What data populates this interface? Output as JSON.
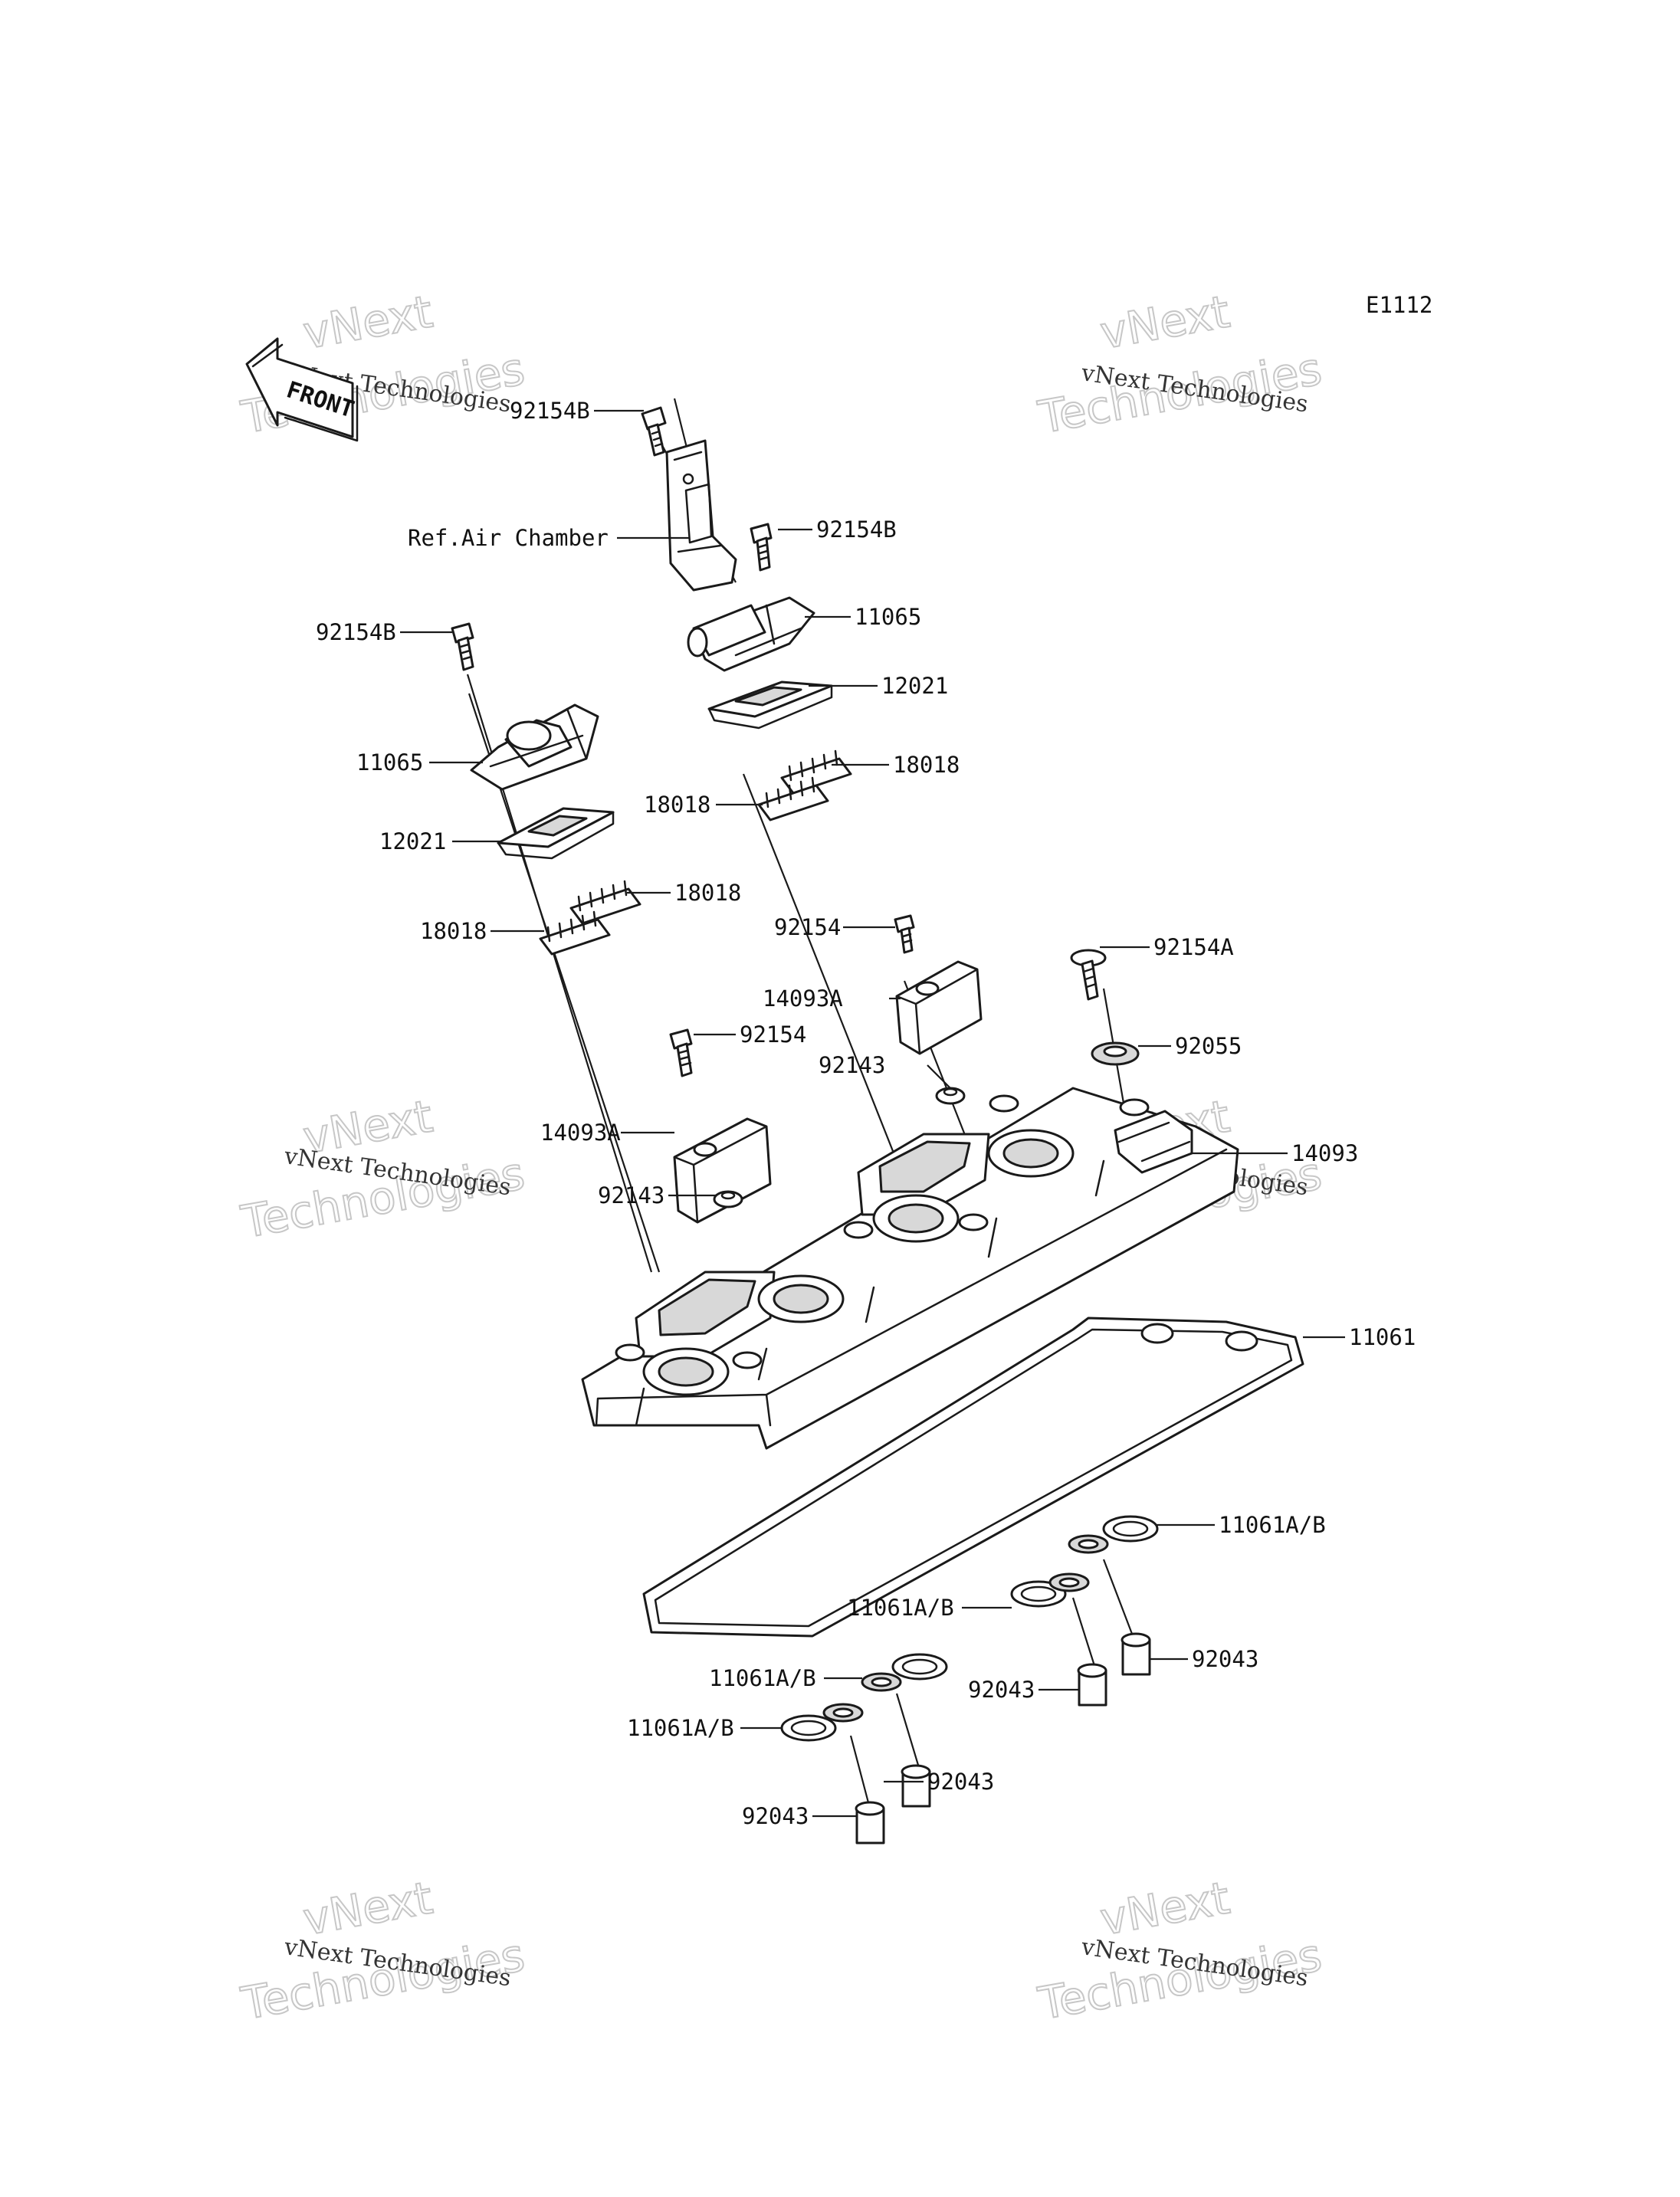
{
  "diagram_code": "E1112",
  "front_label": "FRONT",
  "watermark": {
    "big_line1": "vNext",
    "big_line2": "Technologies",
    "small": "vNext Technologies"
  },
  "labels": {
    "bolt_92154B_top": "92154B",
    "ref_air_chamber": "Ref.Air Chamber",
    "bolt_92154B_mid": "92154B",
    "cover_11065_right": "11065",
    "bolt_92154B_left": "92154B",
    "gasket_12021_right": "12021",
    "cover_11065_left": "11065",
    "reed_18018_right_upper": "18018",
    "reed_18018_right_lower": "18018",
    "gasket_12021_left": "12021",
    "reed_18018_left_upper": "18018",
    "reed_18018_left_lower": "18018",
    "bolt_92154_right": "92154",
    "bolt_92154A": "92154A",
    "cap_14093A_right": "14093A",
    "bolt_92154_left": "92154",
    "washer_92055": "92055",
    "grommet_92143_right": "92143",
    "cap_14093A_left": "14093A",
    "cap_14093": "14093",
    "grommet_92143_left": "92143",
    "gasket_11061": "11061",
    "seal_11061AB_1": "11061A/B",
    "seal_11061AB_2": "11061A/B",
    "dowel_92043_1": "92043",
    "dowel_92043_2": "92043",
    "seal_11061AB_3": "11061A/B",
    "seal_11061AB_4": "11061A/B",
    "dowel_92043_3": "92043",
    "dowel_92043_4": "92043"
  }
}
